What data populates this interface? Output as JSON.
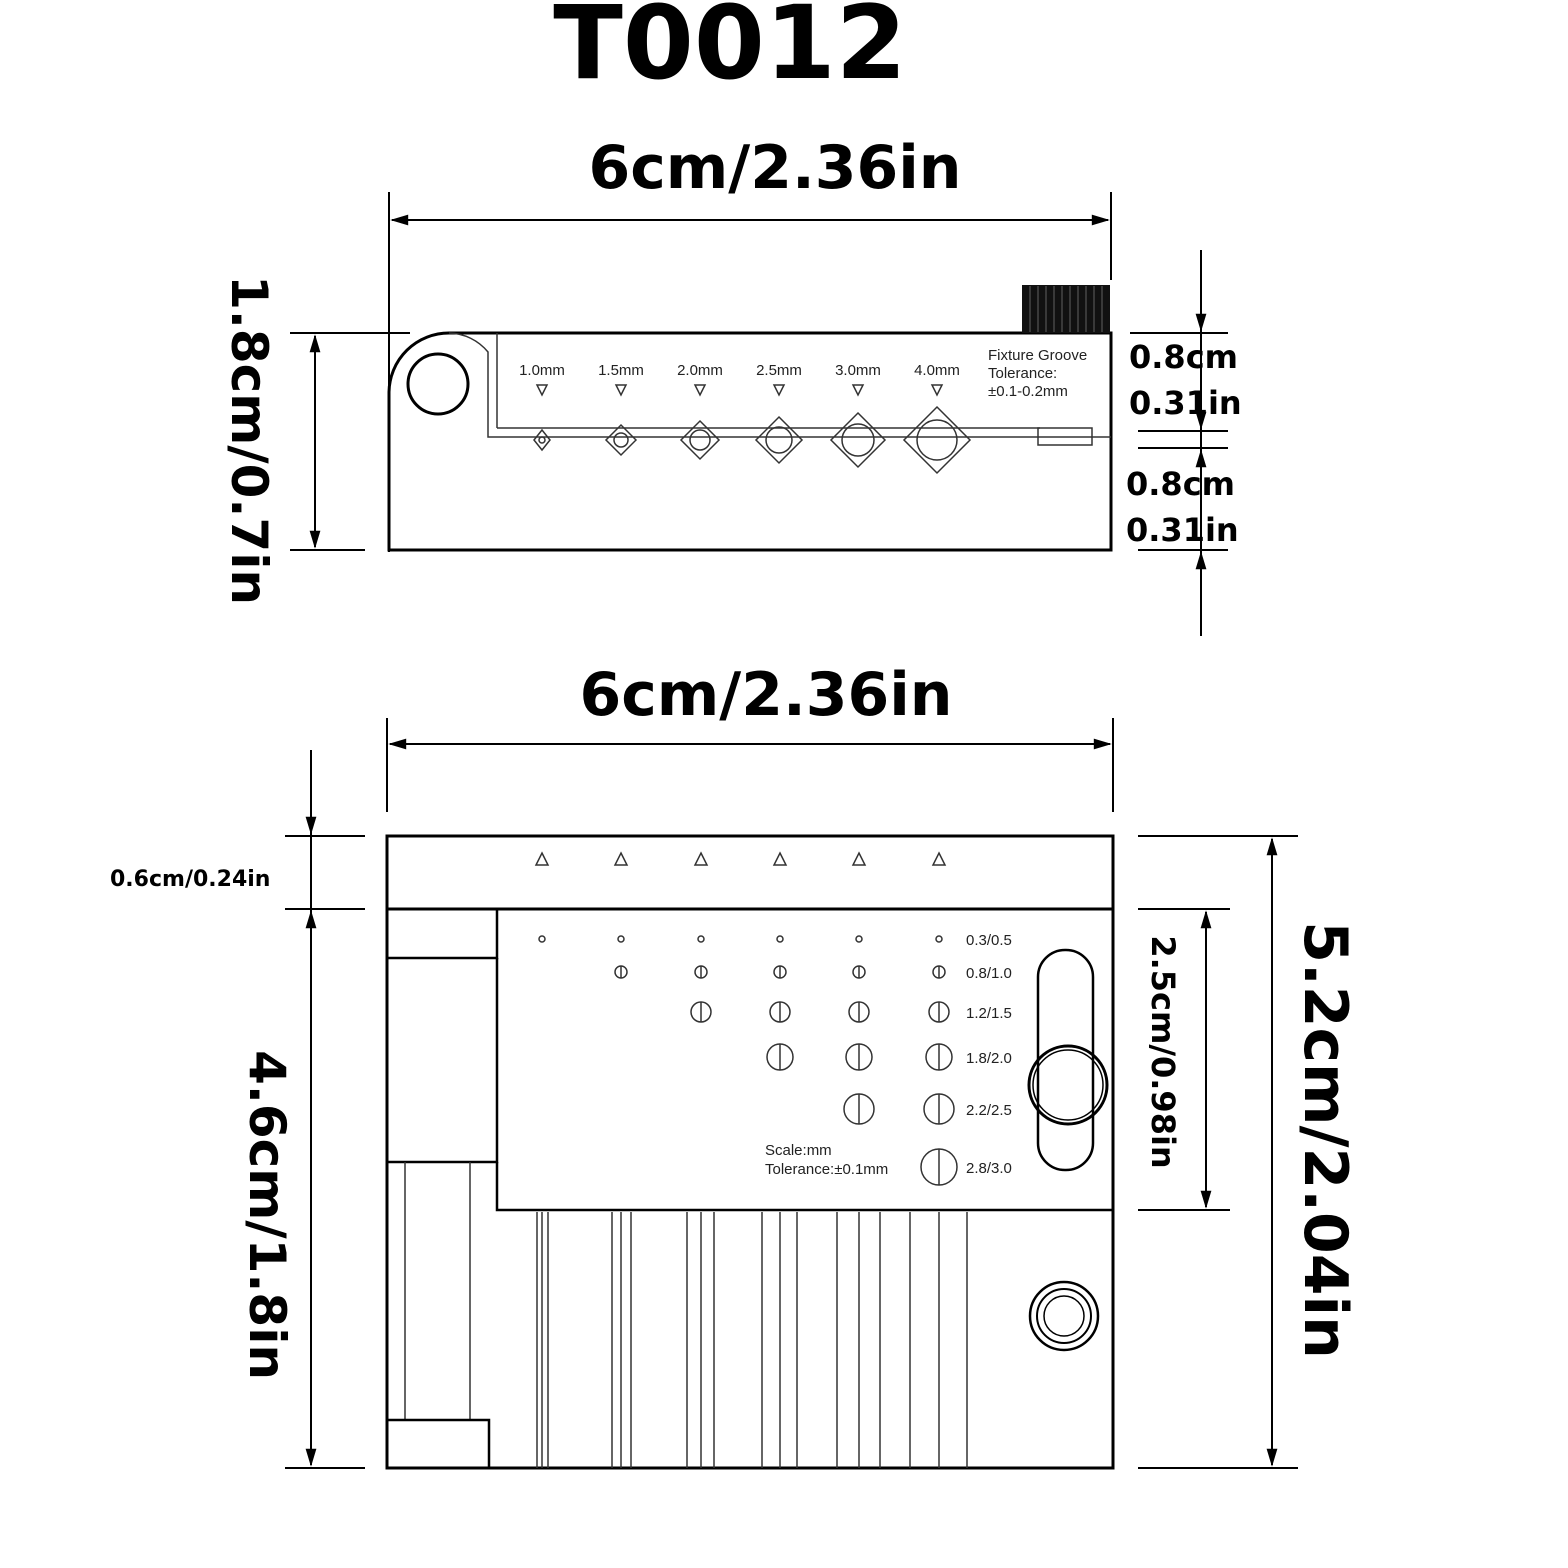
{
  "title": "T0012",
  "top_view": {
    "width_label": "6cm/2.36in",
    "height_label": "1.8cm/0.7in",
    "right_upper_cm": "0.8cm",
    "right_upper_in": "0.31in",
    "right_lower_cm": "0.8cm",
    "right_lower_in": "0.31in",
    "groove_sizes": [
      "1.0mm",
      "1.5mm",
      "2.0mm",
      "2.5mm",
      "3.0mm",
      "4.0mm"
    ],
    "groove_note": [
      "Fixture Groove",
      "Tolerance:",
      "±0.1-0.2mm"
    ]
  },
  "front_view": {
    "width_label": "6cm/2.36in",
    "top_strip_label": "0.6cm/0.24in",
    "body_height_label": "4.6cm/1.8in",
    "total_height_label": "5.2cm/2.04in",
    "slot_height_label": "2.5cm/0.98in",
    "hole_rows": [
      "0.3/0.5",
      "0.8/1.0",
      "1.2/1.5",
      "1.8/2.0",
      "2.2/2.5",
      "2.8/3.0"
    ],
    "scale_note": [
      "Scale:mm",
      "Tolerance:±0.1mm"
    ]
  }
}
